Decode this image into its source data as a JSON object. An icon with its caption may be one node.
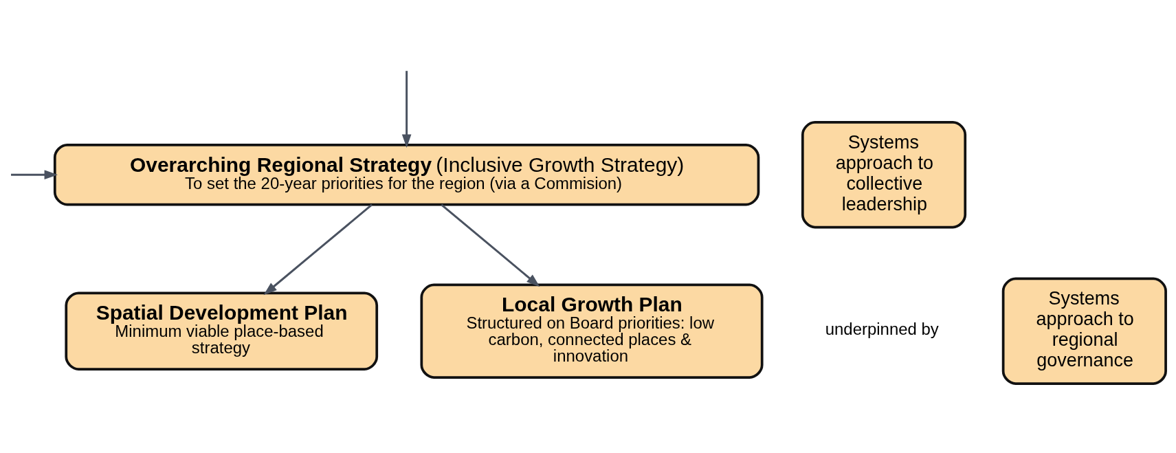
{
  "diagram": {
    "nodes": [
      {
        "text": [
          "**Overarching Regional Strategy** (Inclusive Growth Strategy)",
          "To set the 20-year priorities for the region (via a Commision)"
        ]
      },
      {
        "text": [
          "Spatial Development Plan",
          "Minimum viable place-based strategy"
        ]
      },
      {
        "text": [
          "Local Growth Plan",
          "Structured on Board priorities: low carbon, connected places & innovation"
        ]
      },
      {
        "text": [
          "Systems approach to collective leadership"
        ]
      },
      {
        "text": [
          "Systems approach to regional governance"
        ]
      }
    ],
    "edges": [
      {
        "from": null,
        "to": 0,
        "arrow": "to"
      },
      {
        "from": null,
        "to": 0,
        "arrow": "to"
      },
      {
        "from": 0,
        "to": 1,
        "arrow": "to"
      },
      {
        "from": 0,
        "to": 2,
        "arrow": "to"
      }
    ],
    "labels": [
      "underpinned by"
    ]
  }
}
